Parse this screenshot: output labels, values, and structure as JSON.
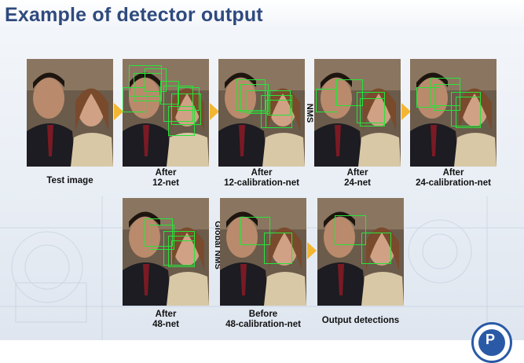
{
  "slide": {
    "title": "Example of detector output"
  },
  "colors": {
    "title": "#2f4a7e",
    "bbox": "#27e43a",
    "arrow": "#f2b632",
    "logo": "#2a5aa6"
  },
  "stages": [
    {
      "name": "test-image",
      "caption_line1": "Test image",
      "caption_line2": ""
    },
    {
      "name": "after-12-net",
      "caption_line1": "After",
      "caption_line2": "12-net"
    },
    {
      "name": "after-12-calibration-net",
      "caption_line1": "After",
      "caption_line2": "12-calibration-net"
    },
    {
      "name": "after-24-net",
      "caption_line1": "After",
      "caption_line2": "24-net"
    },
    {
      "name": "after-24-calibration-net",
      "caption_line1": "After",
      "caption_line2": "24-calibration-net"
    },
    {
      "name": "after-48-net",
      "caption_line1": "After",
      "caption_line2": "48-net"
    },
    {
      "name": "before-48-calibration-net",
      "caption_line1": "Before",
      "caption_line2": "48-calibration-net"
    },
    {
      "name": "output-detections",
      "caption_line1": "Output detections",
      "caption_line2": ""
    }
  ],
  "labels": {
    "nms": "NMS",
    "global_nms": "Global NMS"
  },
  "icons": {
    "arrow": "arrow-right-icon",
    "logo": "university-logo-icon"
  }
}
